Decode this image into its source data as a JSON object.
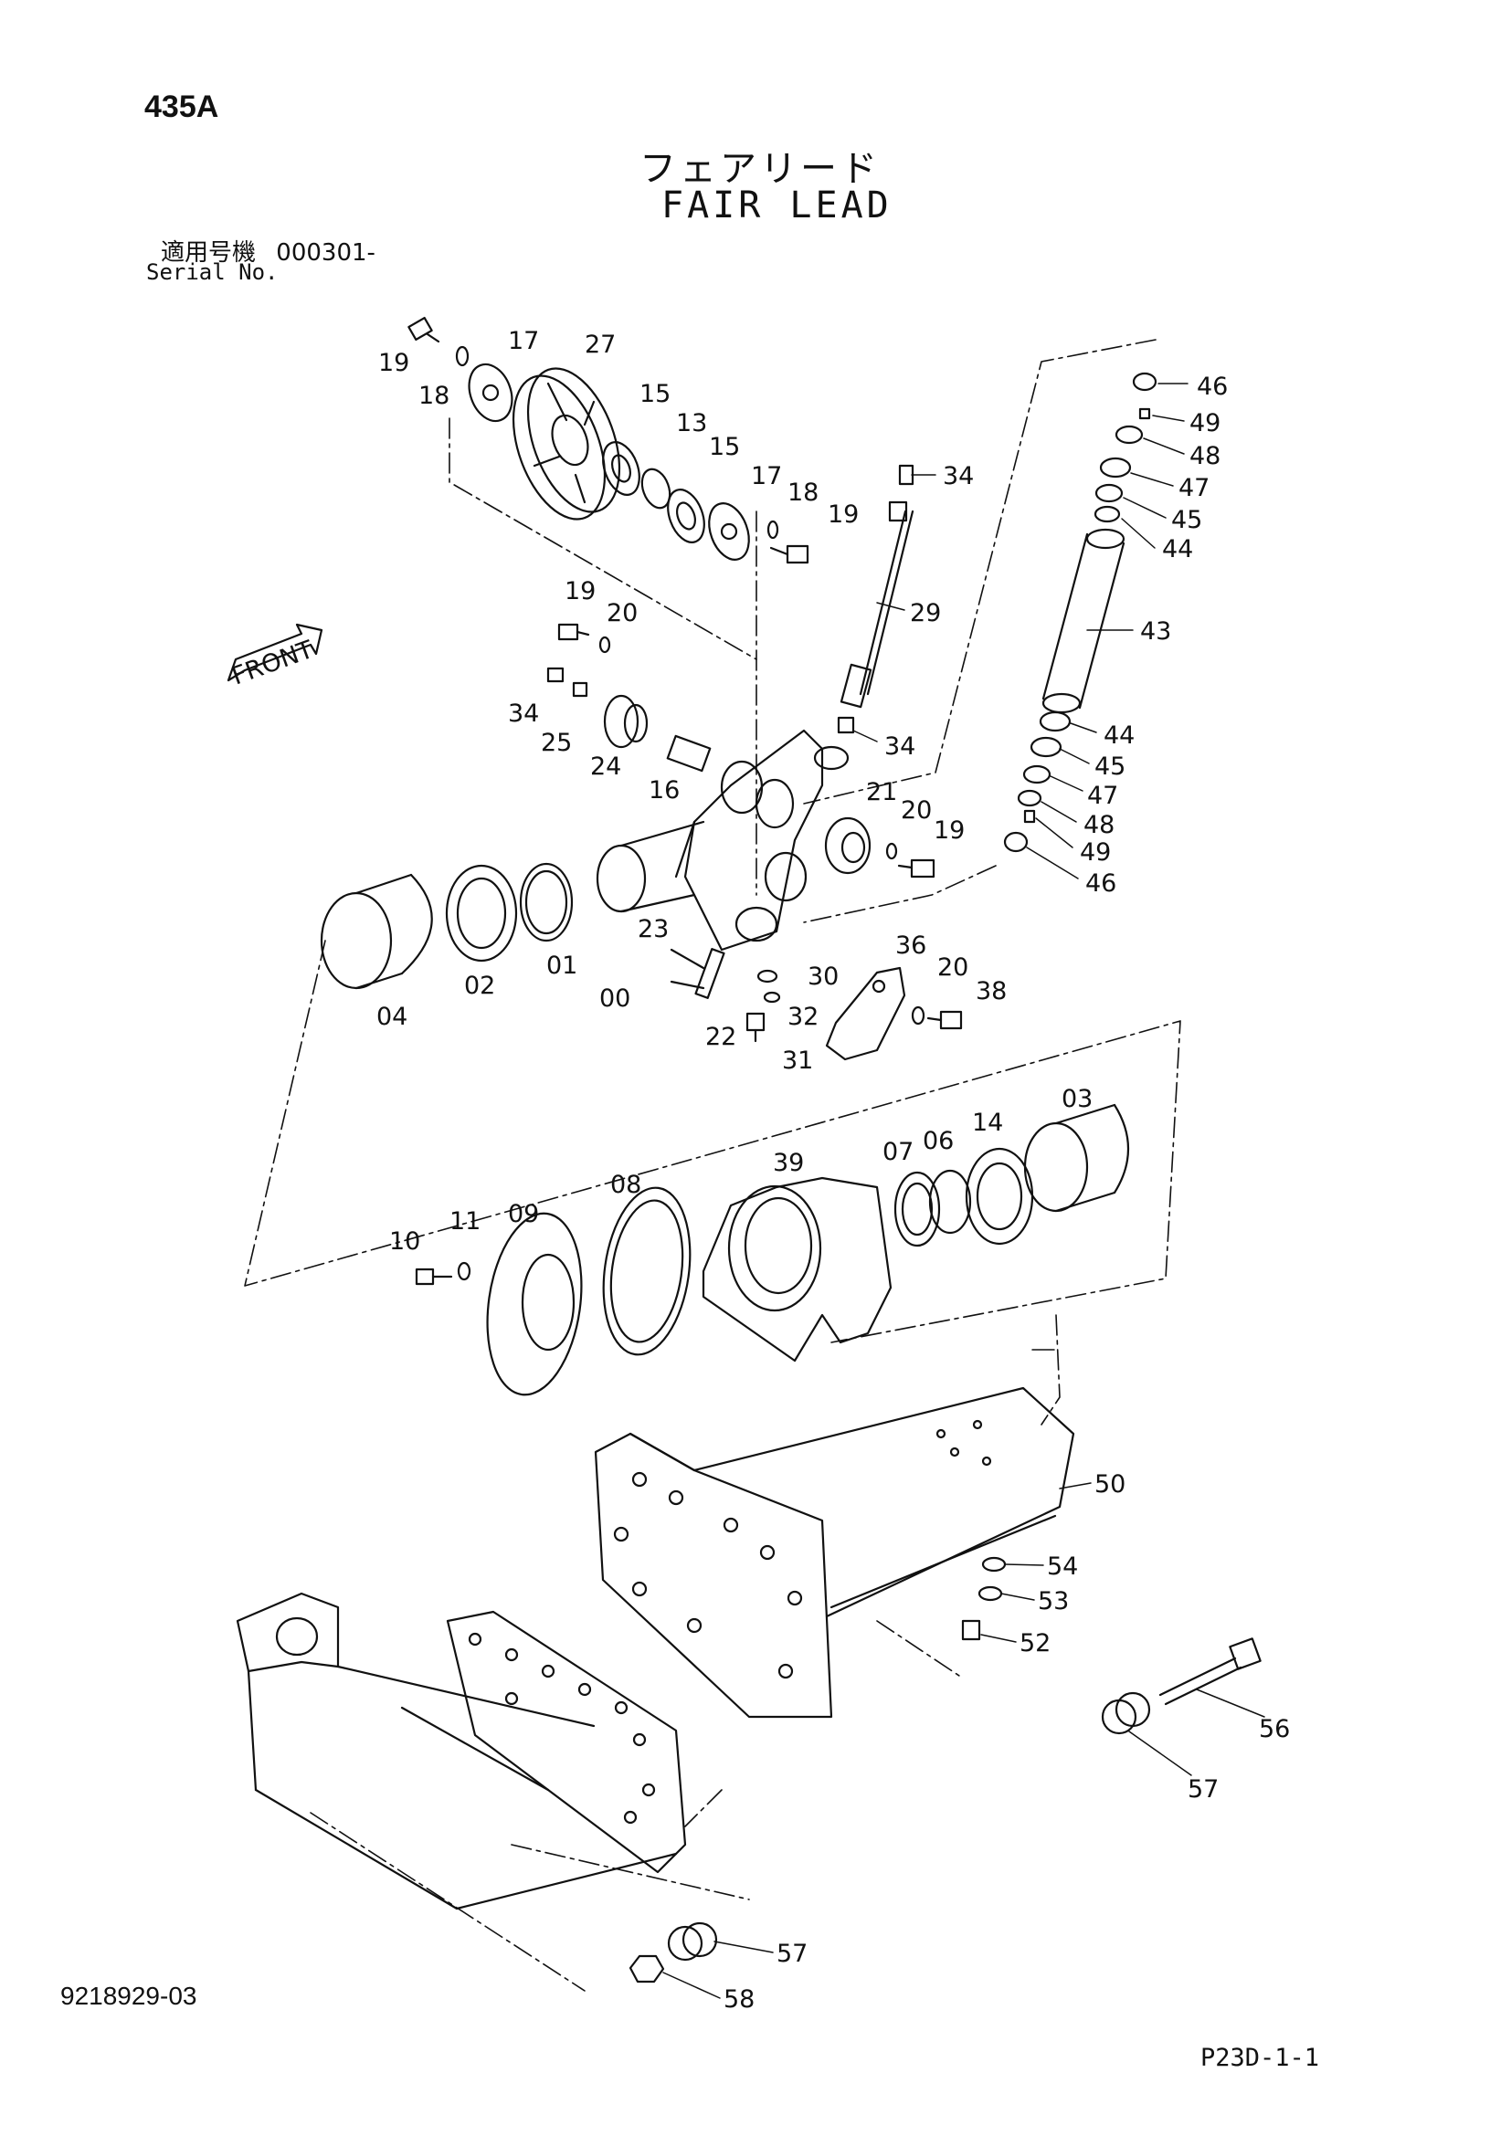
{
  "header": {
    "model": "435A",
    "title_jp": "フェアリード",
    "title_en": "FAIR LEAD",
    "serial_label_jp": "適用号機",
    "serial_value": "000301-",
    "serial_label_en": "Serial No."
  },
  "footer": {
    "drawing_number": "9218929-03",
    "page_code": "P23D-1-1"
  },
  "front_arrow_label": "FRONT",
  "callouts": [
    "00",
    "01",
    "02",
    "03",
    "04",
    "06",
    "07",
    "08",
    "09",
    "10",
    "11",
    "13",
    "14",
    "15",
    "16",
    "17",
    "18",
    "19",
    "20",
    "21",
    "22",
    "23",
    "24",
    "25",
    "27",
    "29",
    "30",
    "31",
    "32",
    "34",
    "36",
    "38",
    "39",
    "43",
    "44",
    "45",
    "46",
    "47",
    "48",
    "49",
    "50",
    "52",
    "53",
    "54",
    "56",
    "57",
    "58"
  ]
}
